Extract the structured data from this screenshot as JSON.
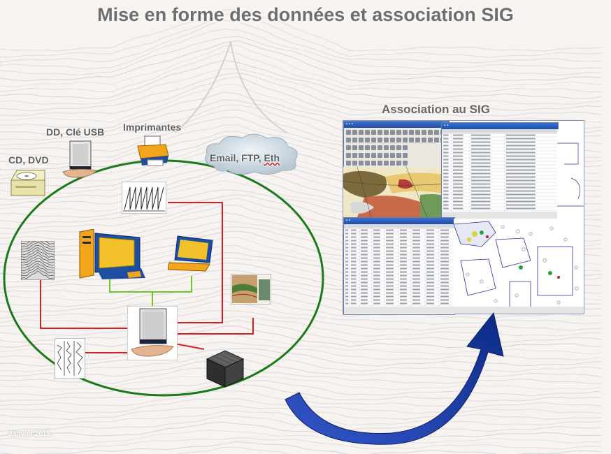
{
  "title": "Mise en forme des données et association SIG",
  "labels": {
    "cd_dvd": "CD, DVD",
    "dd_usb": "DD, Clé USB",
    "printers": "Imprimantes",
    "network_prefix": "Email, FTP, ",
    "network_eth": "Eth",
    "association": "Association au SIG"
  },
  "footer": {
    "date": "Janvier 2015"
  },
  "colors": {
    "ellipse": "#1a7a1a",
    "red_link": "#d42020",
    "green_link": "#6fc62a",
    "arrow": "#1b3fa6"
  }
}
